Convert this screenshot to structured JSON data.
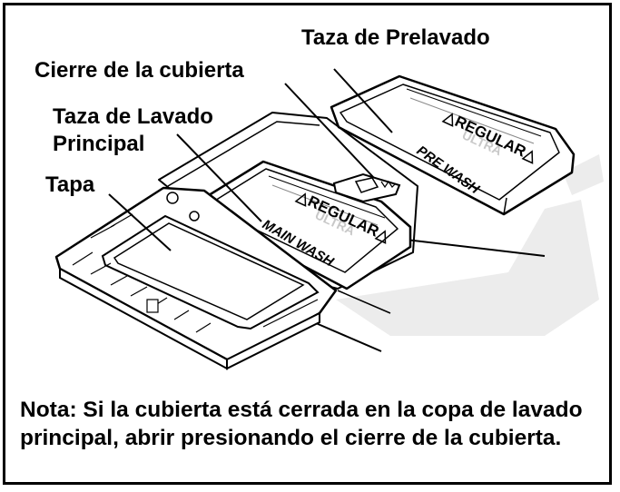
{
  "labels": {
    "taza_prelavado": "Taza de Prelavado",
    "cierre": "Cierre de la cubierta",
    "taza_lavado_line1": "Taza de Lavado",
    "taza_lavado_line2": "Principal",
    "tapa": "Tapa"
  },
  "dispenser_text": {
    "regular": "△REGULAR△",
    "ultra": "ULTRA",
    "pre_wash": "PRE WASH",
    "main_wash": "MAIN WASH"
  },
  "note": "Nota: Si la cubierta está cerrada en la copa de lavado principal, abrir presionando el cierre de la cubierta.",
  "colors": {
    "line": "#000000",
    "shade": "#e8e8e8",
    "light_text": "#c8c8c8"
  }
}
